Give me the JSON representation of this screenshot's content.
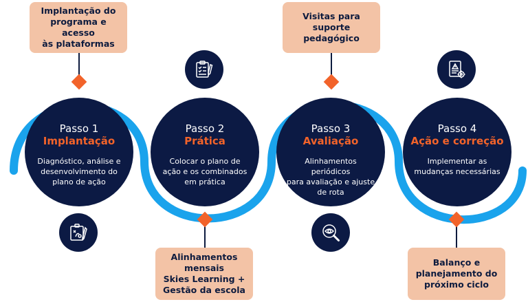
{
  "steps": [
    {
      "number": "Passo 1",
      "name": "Implantação",
      "description": "Diagnóstico, análise e\ndesenvolvimento do\nplano de ação"
    },
    {
      "number": "Passo 2",
      "name": "Prática",
      "description": "Colocar o plano de\nação e os combinados\nem prática"
    },
    {
      "number": "Passo 3",
      "name": "Avaliação",
      "description": "Alinhamentos periódicos\npara avaliação e ajuste\nde rota"
    },
    {
      "number": "Passo 4",
      "name": "Ação e correção",
      "description": "Implementar as\nmudanças necessárias"
    }
  ],
  "callouts": {
    "top_1": "Implantação do\nprograma e acesso\nàs plataformas",
    "top_3": "Visitas para suporte\npedagógico",
    "bottom_2": "Alinhamentos mensais\nSkies Learning +\nGestão da escola",
    "bottom_4": "Balanço e\nplanejamento do\npróximo ciclo"
  },
  "icons": {
    "step1": "strategy-board-icon",
    "step2": "checklist-icon",
    "step3": "magnifier-eye-icon",
    "step4": "alert-document-gear-icon"
  },
  "colors": {
    "navy": "#0c1a44",
    "accent_orange": "#f2632a",
    "wave_blue": "#1aa3ec",
    "callout_peach": "#f3c3a6"
  }
}
